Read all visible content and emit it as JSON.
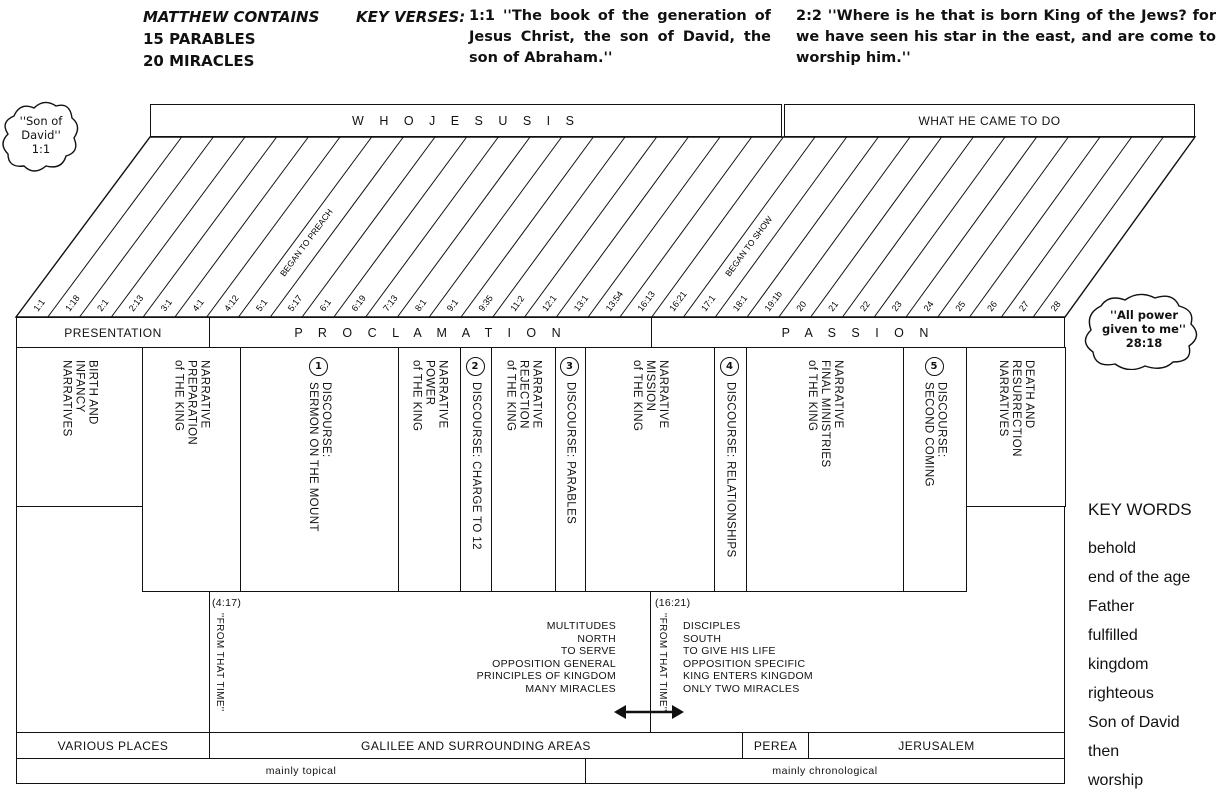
{
  "header": {
    "contains_label": "MATTHEW CONTAINS",
    "parables": "15 PARABLES",
    "miracles": "20 MIRACLES",
    "key_verses_label": "KEY VERSES:",
    "verse1": "1:1 ''The book of the generation of Jesus Christ, the son of David, the son of Abraham.''",
    "verse2": "2:2 ''Where is he that is born King of the Jews? for we have seen his star in the east, and are come to worship him.''"
  },
  "clouds": {
    "left": [
      "''Son of",
      "David''",
      "1:1"
    ],
    "right": [
      "''All power",
      "given to me''",
      "28:18"
    ]
  },
  "top_banner": {
    "who": "W H O   J E S U S   I S",
    "what": "WHAT HE CAME TO DO"
  },
  "chapter_refs": [
    "1:1",
    "1:18",
    "2:1",
    "2:13",
    "3:1",
    "4:1",
    "4:12",
    "5:1",
    "5:17",
    "6:1",
    "6:19",
    "7:13",
    "8:1",
    "9:1",
    "9:35",
    "11:2",
    "12:1",
    "13:1",
    "13:54",
    "16:13",
    "16:21",
    "17:1",
    "18:1",
    "19:1b",
    "20",
    "21",
    "22",
    "23",
    "24",
    "25",
    "26",
    "27",
    "28"
  ],
  "annotations": {
    "began_preach": "BEGAN TO PREACH",
    "began_show": "BEGAN TO SHOW"
  },
  "sections": {
    "presentation": "PRESENTATION",
    "proclamation": "P R O C L A M A T I O N",
    "passion": "P A S S I O N"
  },
  "columns": [
    {
      "text": "BIRTH AND\nINFANCY\nNARRATIVES"
    },
    {
      "text": "NARRATIVE\nPREPARATION\nof THE KING"
    },
    {
      "text": "DISCOURSE:\nSERMON ON THE MOUNT",
      "num": "1"
    },
    {
      "text": "NARRATIVE\nPOWER\nof THE KING"
    },
    {
      "text": "DISCOURSE: CHARGE TO 12",
      "num": "2"
    },
    {
      "text": "NARRATIVE\nREJECTION\nof THE KING"
    },
    {
      "text": "DISCOURSE: PARABLES",
      "num": "3"
    },
    {
      "text": "NARRATIVE\nMISSION\nof THE KING"
    },
    {
      "text": "DISCOURSE: RELATIONSHIPS",
      "num": "4"
    },
    {
      "text": "NARRATIVE\nFINAL MINISTRIES\nof THE KING"
    },
    {
      "text": "DISCOURSE:\nSECOND COMING",
      "num": "5"
    },
    {
      "text": "DEATH AND\nRESURRECTION\nNARRATIVES"
    }
  ],
  "from_that_time": {
    "ref1": "(4:17)",
    "ref2": "(16:21)",
    "text": "''FROM THAT TIME''"
  },
  "contrast_left": [
    "MULTITUDES",
    "NORTH",
    "TO SERVE",
    "OPPOSITION GENERAL",
    "PRINCIPLES OF KINGDOM",
    "MANY MIRACLES"
  ],
  "contrast_right": [
    "DISCIPLES",
    "SOUTH",
    "TO GIVE HIS LIFE",
    "OPPOSITION SPECIFIC",
    "KING ENTERS KINGDOM",
    "ONLY TWO MIRACLES"
  ],
  "places": {
    "various": "VARIOUS PLACES",
    "galilee": "GALILEE AND SURROUNDING AREAS",
    "perea": "PEREA",
    "jerusalem": "JERUSALEM"
  },
  "arrangement": {
    "topical": "mainly topical",
    "chronological": "mainly chronological"
  },
  "key_words": {
    "title": "KEY WORDS",
    "items": [
      "behold",
      "end of the age",
      "Father",
      "fulfilled",
      "kingdom",
      "righteous",
      "Son of David",
      "then",
      "worship"
    ]
  }
}
